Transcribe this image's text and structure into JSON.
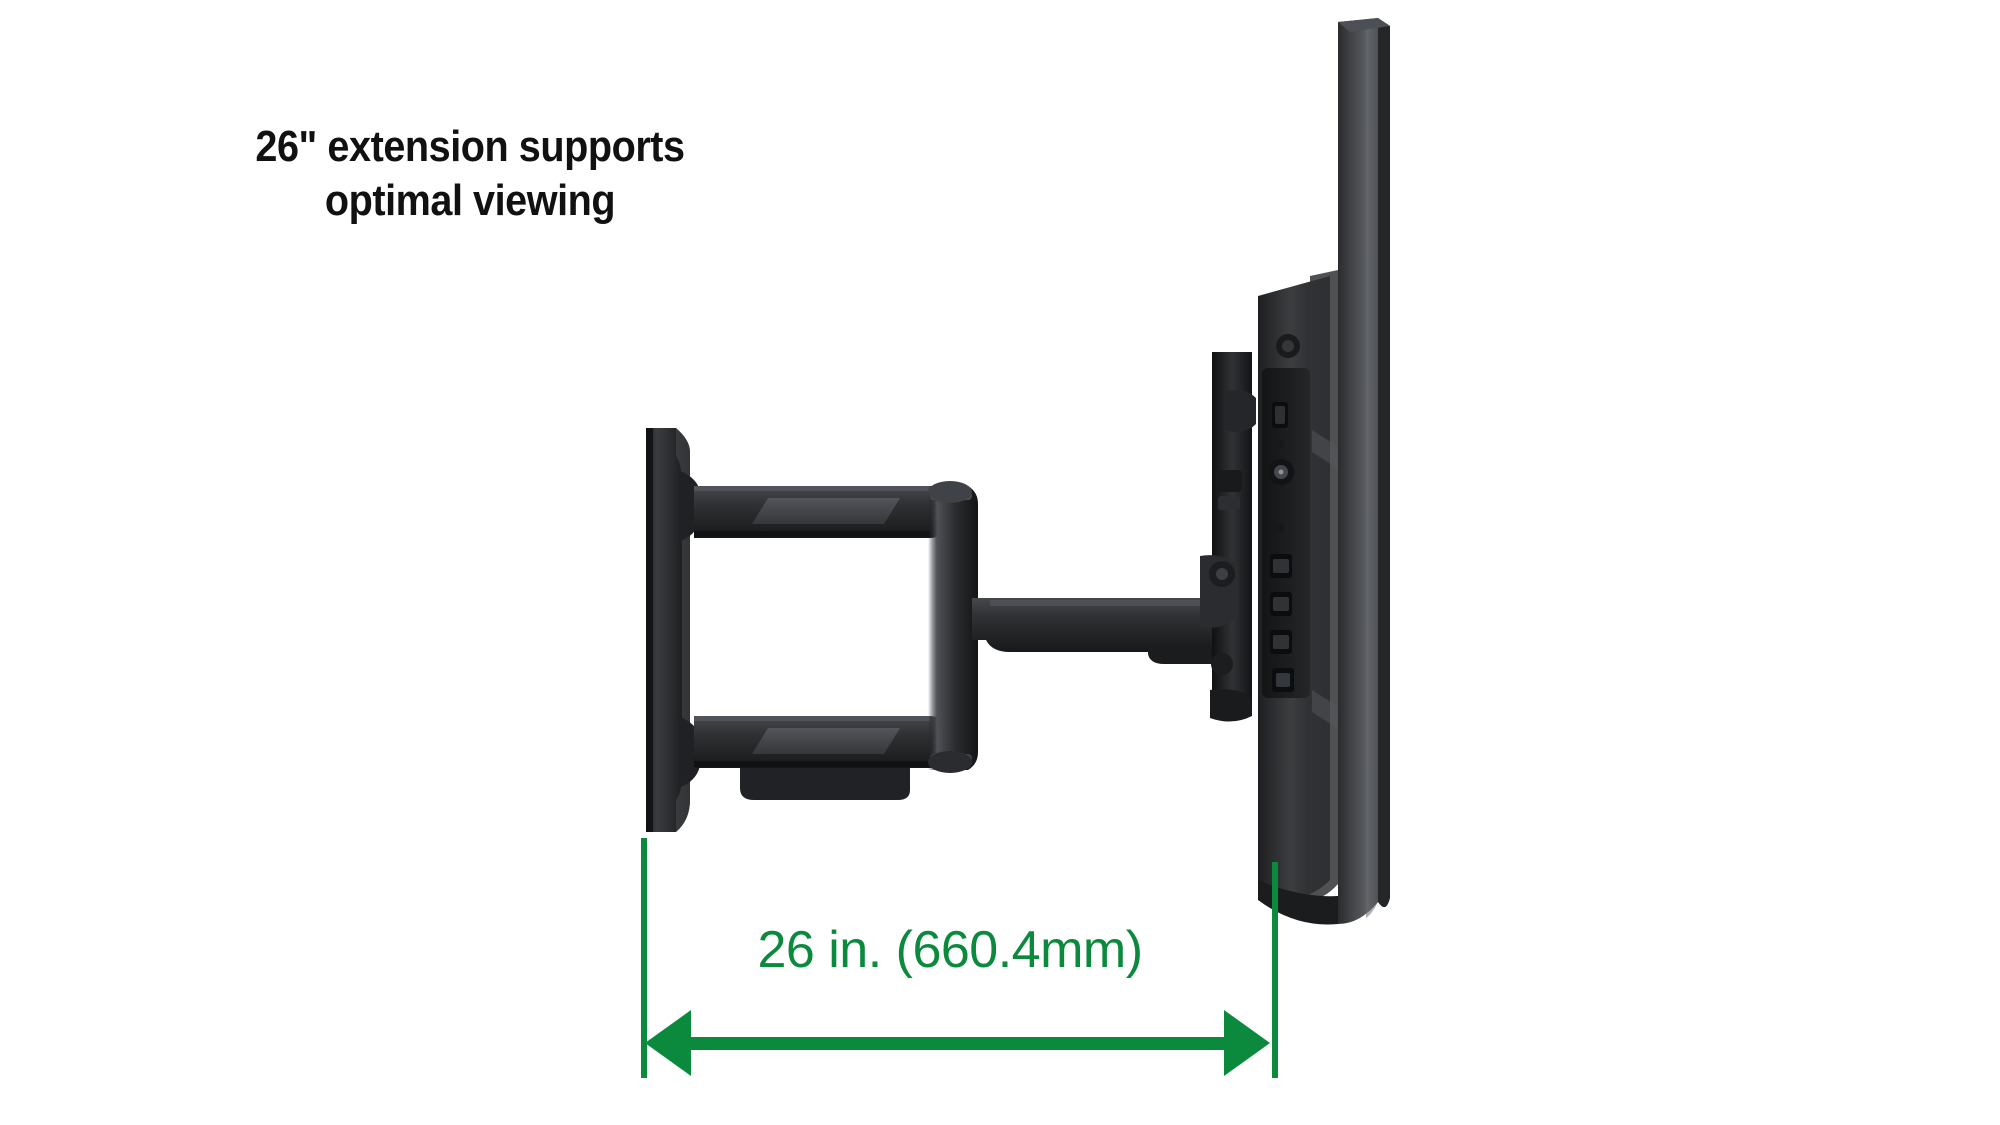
{
  "headline": {
    "line1": "26\" extension supports",
    "line2": "optimal viewing"
  },
  "dimension": {
    "label": "26 in. (660.4mm)",
    "color": "#0B8A3E"
  },
  "product": {
    "name": "full-motion-tv-wall-mount",
    "view": "side-profile",
    "components": [
      "wall-plate",
      "upper-articulating-arm",
      "lower-articulating-arm",
      "pivot-joint",
      "vertical-extension-arm",
      "tv-bracket",
      "tv-panel"
    ],
    "tv_ports": [
      "usb",
      "coaxial",
      "hdmi",
      "hdmi",
      "hdmi",
      "optical-audio"
    ],
    "colors": {
      "mount_body": "#2e2f31",
      "mount_highlight": "#4a4c50",
      "tv_edge": "#3a3b3d",
      "tv_face": "#4e5054"
    }
  }
}
